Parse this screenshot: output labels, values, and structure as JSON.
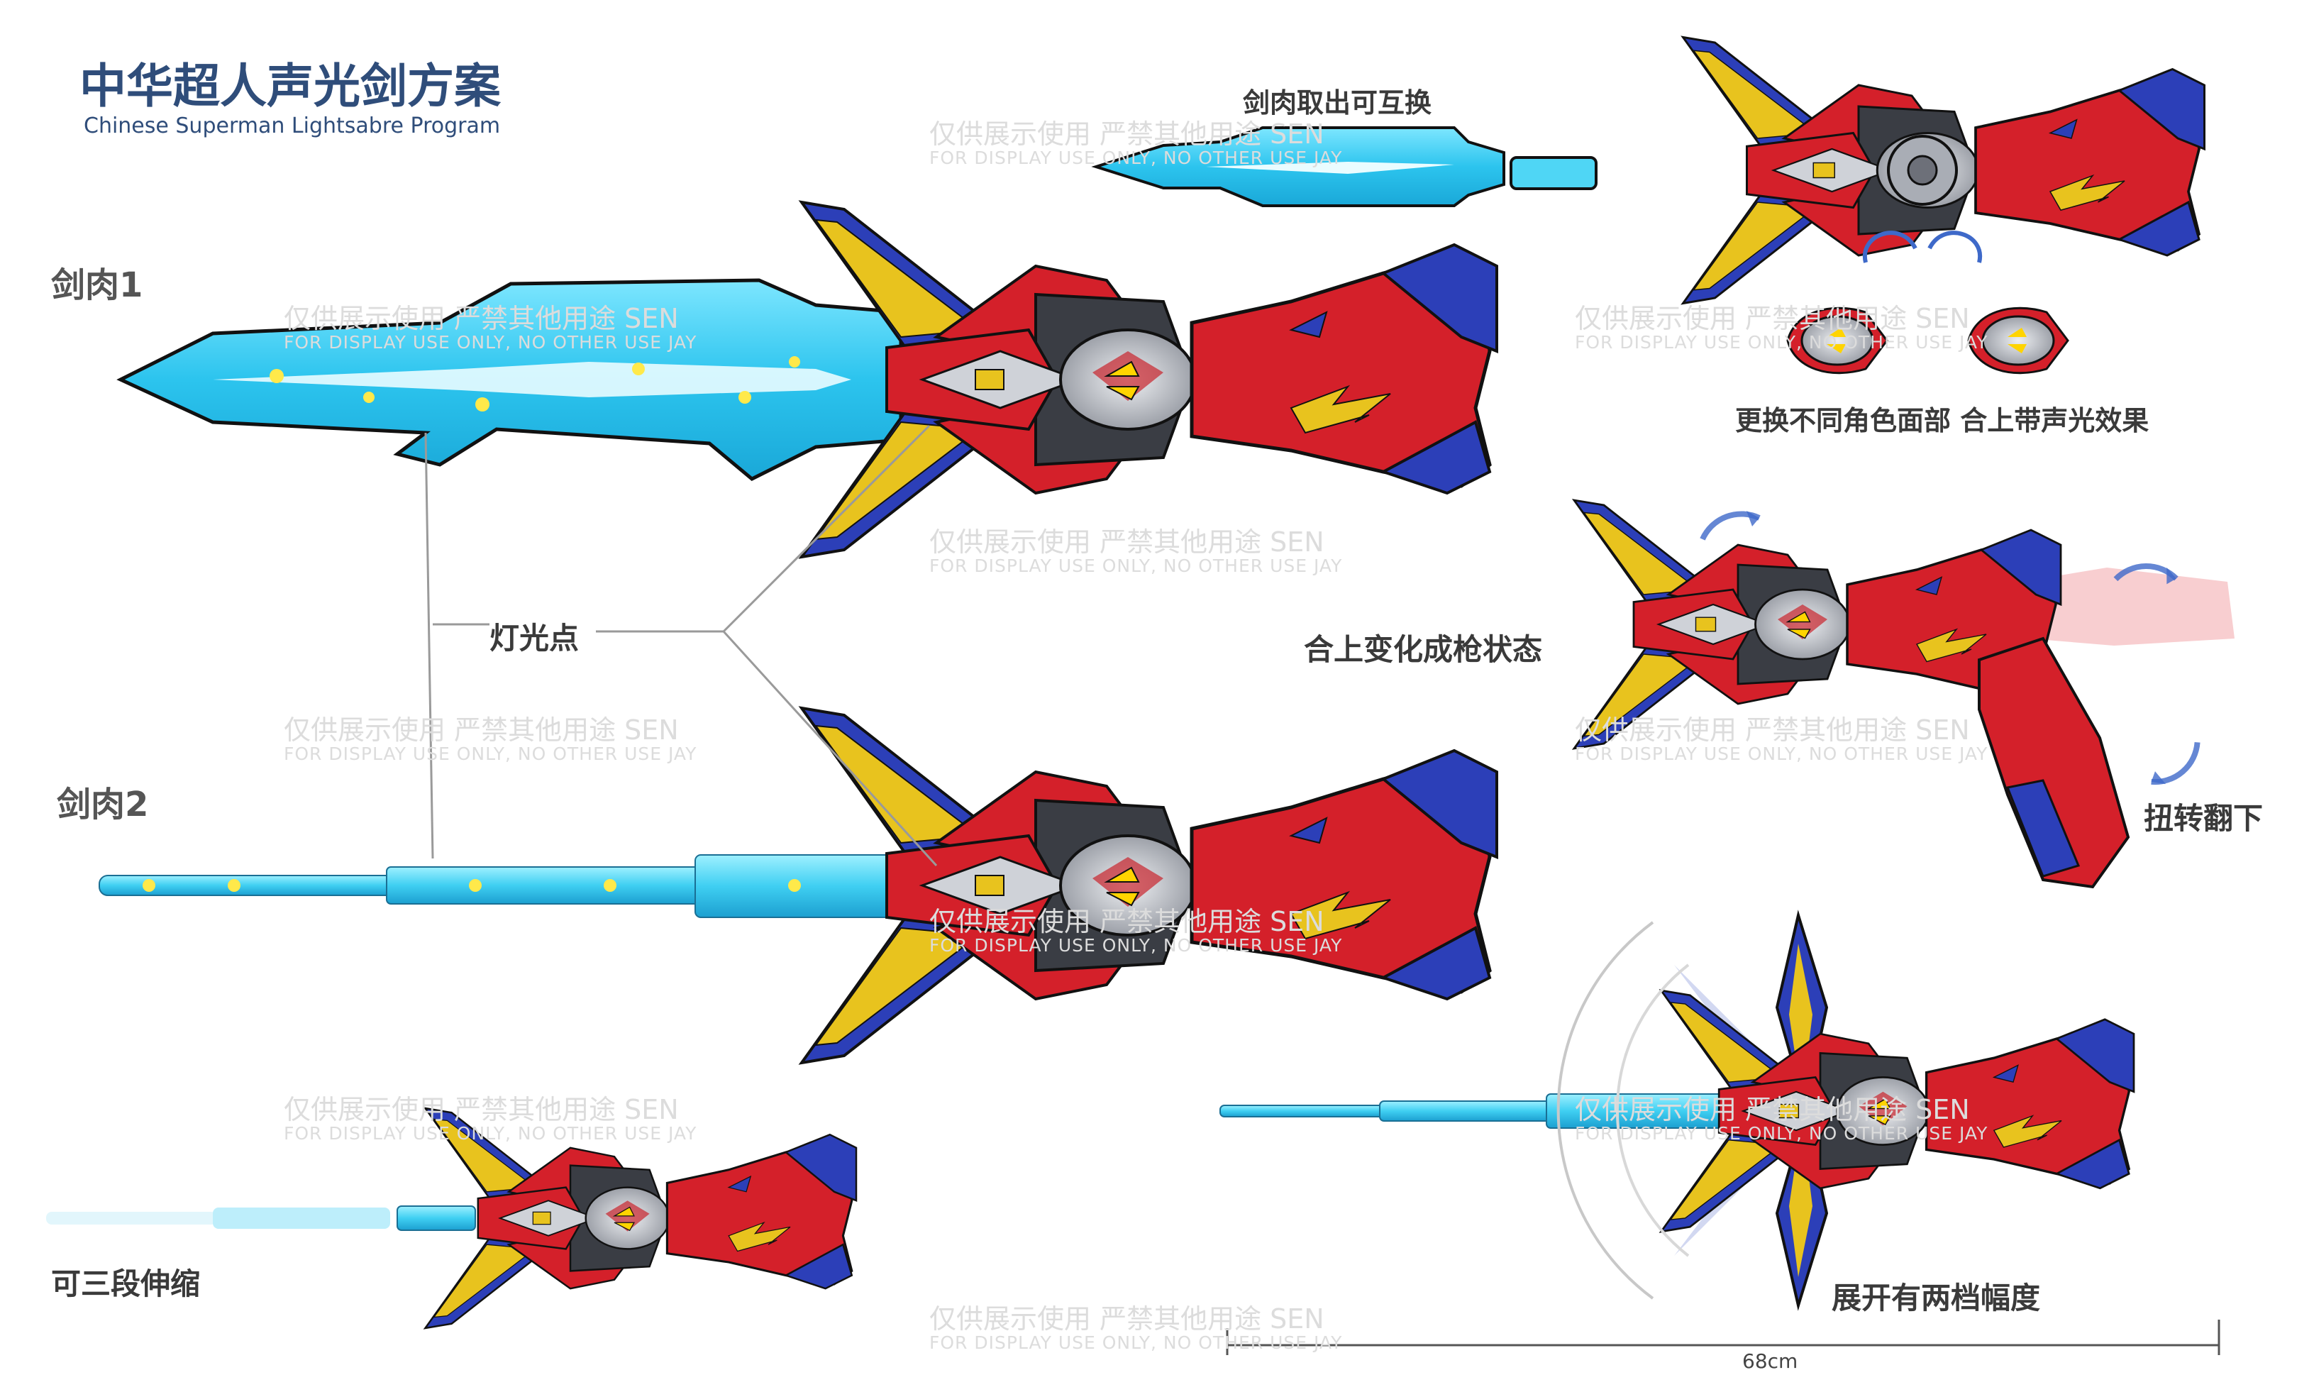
{
  "header": {
    "title": "中华超人声光剑方案",
    "subtitle": "Chinese Superman Lightsabre Program"
  },
  "labels": {
    "blade1": "剑肉1",
    "blade2": "剑肉2",
    "light_points": "灯光点",
    "telescopic": "可三段伸缩",
    "removable": "剑肉取出可互换",
    "swap_face": "更换不同角色面部 合上带声光效果",
    "gun_mode": "合上变化成枪状态",
    "twist": "扭转翻下",
    "spread": "展开有两档幅度",
    "dimension": "68cm"
  },
  "watermark": {
    "cn": "仅供展示使用  严禁其他用途 SEN",
    "en": "FOR DISPLAY USE ONLY, NO OTHER USE  JAY"
  },
  "colors": {
    "blade": "#35cdf0",
    "blade_glow": "#bff4ff",
    "handle_red": "#d4202a",
    "wing_blue": "#2c3fb8",
    "gold": "#e8c31e",
    "silver": "#a9adb5"
  },
  "icons": [
    "sword-blade-1",
    "sword-blade-2",
    "telescopic-sword",
    "blade-removed",
    "sword-top-face",
    "face-mask-icon",
    "gun-mode-sword",
    "spread-wings-sword",
    "rotate-arrow-icon"
  ]
}
